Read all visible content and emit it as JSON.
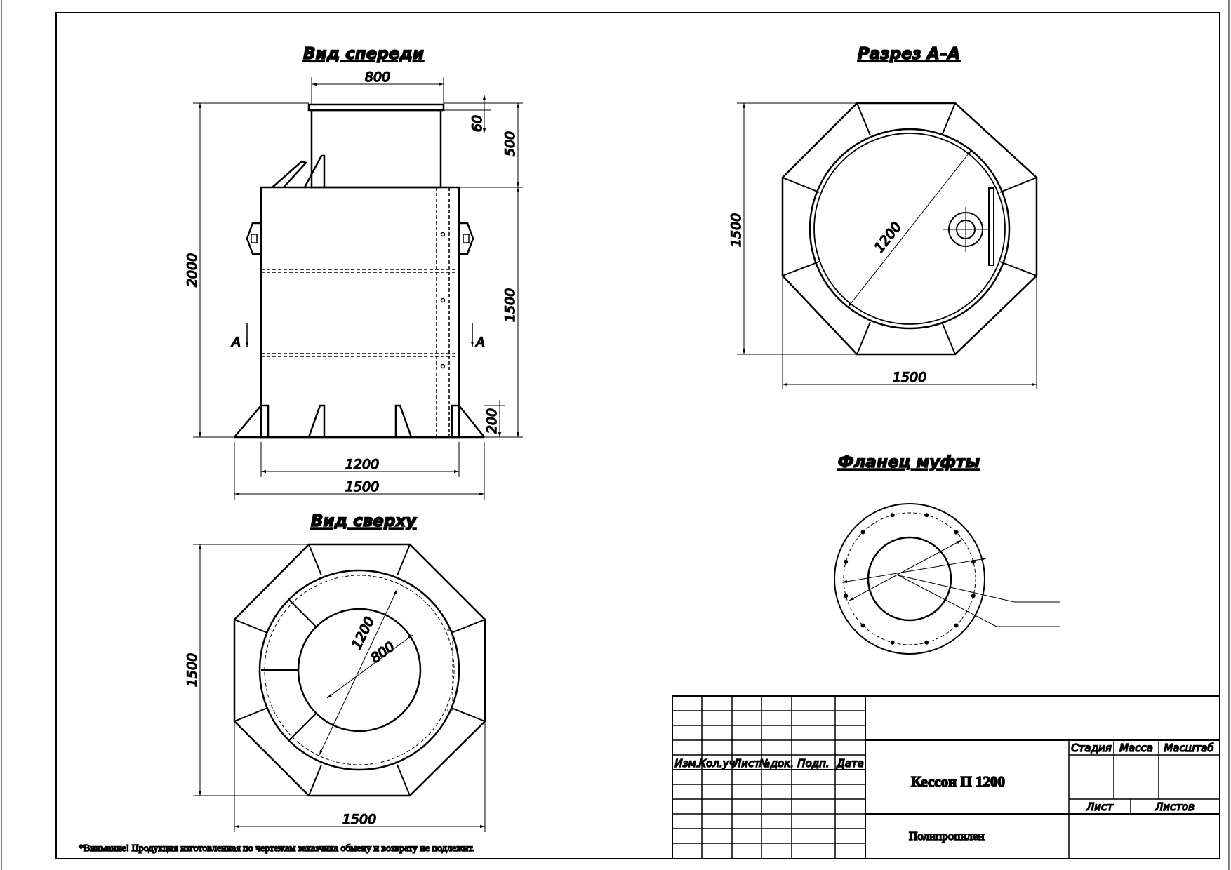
{
  "views": {
    "front": {
      "title": "Вид спереди"
    },
    "section": {
      "title": "Разрез А–А"
    },
    "flange": {
      "title": "Фланец муфты"
    },
    "top": {
      "title": "Вид сверху"
    }
  },
  "dims": {
    "front_neck_width": "800",
    "front_total_height": "2000",
    "front_lid_thickness": "60",
    "front_neck_height": "500",
    "front_body_height": "1500",
    "front_base_height": "200",
    "front_body_width": "1200",
    "front_base_width": "1500",
    "section_height": "1500",
    "section_width": "1500",
    "section_diameter": "1200",
    "top_height": "1500",
    "top_width": "1500",
    "top_outer_diameter": "1200",
    "top_neck_diameter": "800"
  },
  "section_marks": {
    "left": "А",
    "right": "А"
  },
  "title_block": {
    "headers": [
      "Изм.",
      "Кол.уч",
      "Лист",
      "№док.",
      "Подп.",
      "Дата"
    ],
    "stage_header": "Стадия",
    "mass_header": "Масса",
    "scale_header": "Масштаб",
    "sheet_label": "Лист",
    "sheets_label": "Листов",
    "product_name": "Кессон П 1200",
    "material": "Полипропилен"
  },
  "note": "*Внимание! Продукция изготовленная по чертежам заказчика обмену и возврату не подлежит."
}
